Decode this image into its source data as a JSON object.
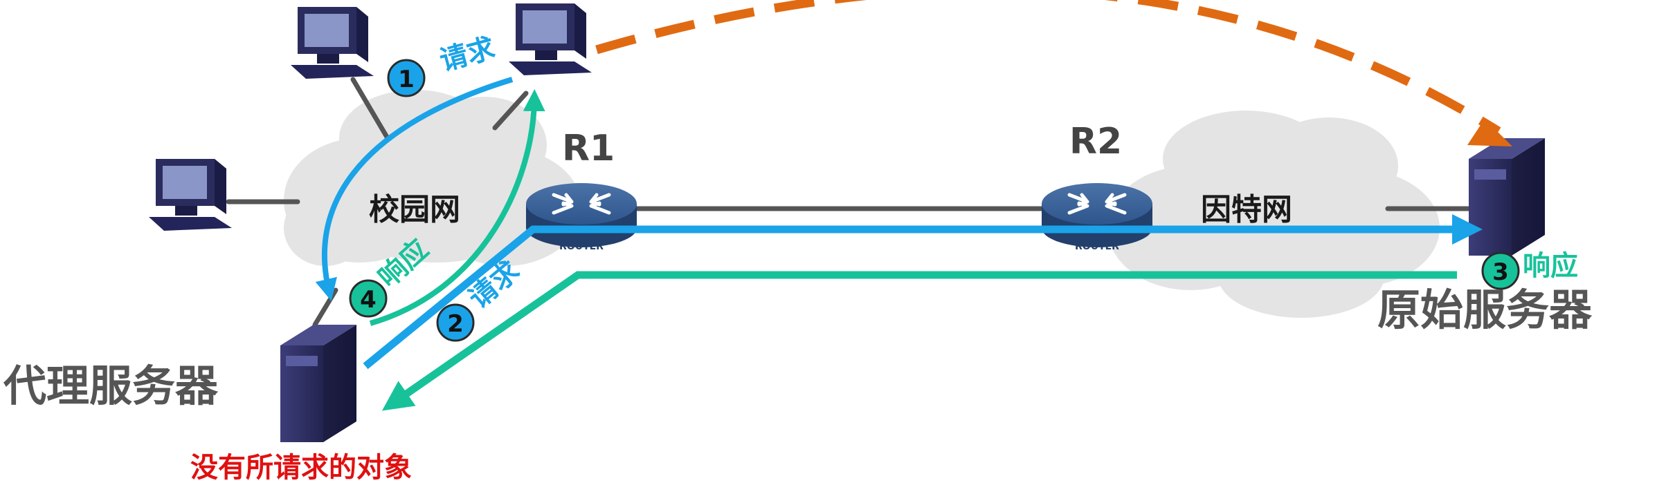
{
  "labels": {
    "proxy_server": "代理服务器",
    "origin_server": "原始服务器",
    "campus_net": "校园网",
    "internet": "因特网",
    "r1": "R1",
    "r2": "R2",
    "router_tag": "ROUTER",
    "no_object": "没有所请求的对象"
  },
  "steps": [
    {
      "num": "1",
      "text": "请求"
    },
    {
      "num": "2",
      "text": "请求"
    },
    {
      "num": "3",
      "text": "响应"
    },
    {
      "num": "4",
      "text": "响应"
    }
  ],
  "colors": {
    "request_blue": "#1aa3e8",
    "response_green": "#17c29a",
    "dashed_orange": "#e06a12",
    "link_gray": "#555555",
    "warning_red": "#e01010",
    "cloud": "#e4e4e4"
  },
  "icons": [
    "computer-icon",
    "server-icon",
    "router-icon",
    "cloud-icon"
  ]
}
